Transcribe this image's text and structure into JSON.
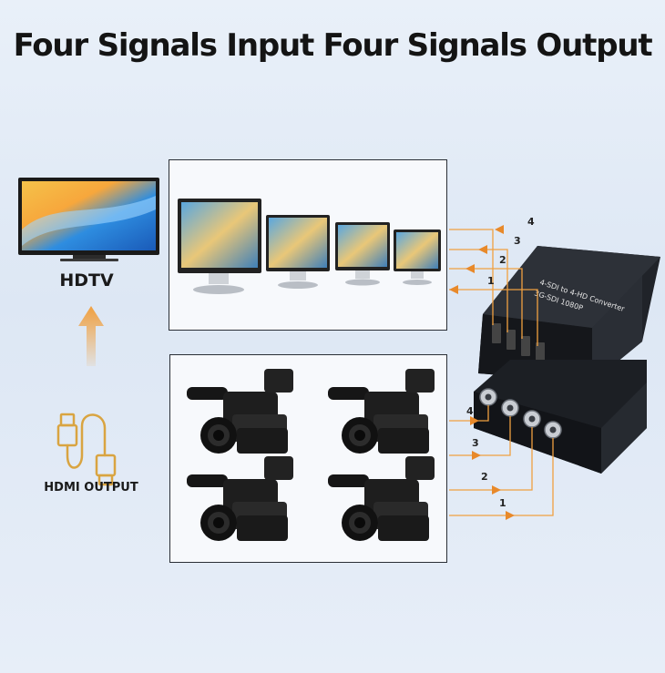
{
  "title": "Four Signals Input Four Signals Output",
  "hdtv_label": "HDTV",
  "hdmi_output_label": "HDMI OUTPUT",
  "converter": {
    "top_text": "4-SDI to 4-HD Converter",
    "sub_text": "3G-SDI 1080P"
  },
  "output_lines": [
    "1",
    "2",
    "3",
    "4"
  ],
  "input_lines": [
    "1",
    "2",
    "3",
    "4"
  ],
  "colors": {
    "arrow": "#f0a040",
    "arrow_head": "#e8892a",
    "device": "#1c1f24",
    "accent_gold": "#d9a441"
  },
  "icons": [
    "tv-icon",
    "monitor-icon",
    "camcorder-icon",
    "hdmi-cable-icon",
    "up-arrow-icon"
  ]
}
